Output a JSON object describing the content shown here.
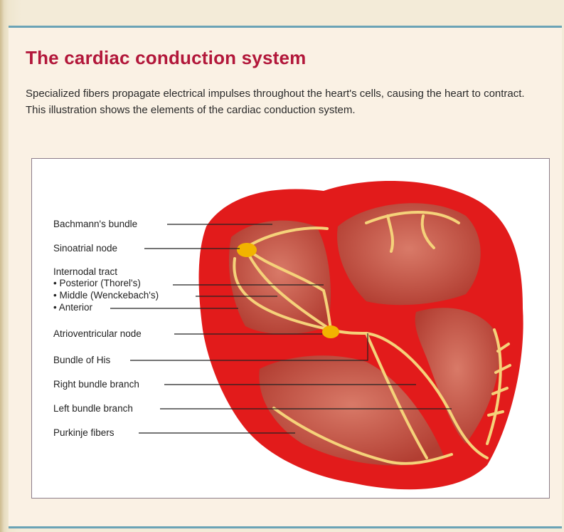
{
  "title": "The cardiac conduction system",
  "description": "Specialized fibers propagate electrical impulses throughout the heart's cells, causing the heart to contract. This illustration shows the elements of the cardiac conduction system.",
  "labels": {
    "bachmann": "Bachmann's bundle",
    "sa_node": "Sinoatrial node",
    "internodal": "Internodal tract",
    "posterior": "• Posterior (Thorel's)",
    "middle": "• Middle (Wenckebach's)",
    "anterior": "• Anterior",
    "av_node": "Atrioventricular node",
    "his": "Bundle of His",
    "right_bb": "Right bundle branch",
    "left_bb": "Left bundle branch",
    "purkinje": "Purkinje fibers"
  },
  "colors": {
    "title": "#b2173a",
    "heart": "#e21b1b",
    "chamber": "#c85a4a",
    "fiber": "#f5d27a",
    "node": "#f2b400",
    "border": "#6aa3b6"
  }
}
